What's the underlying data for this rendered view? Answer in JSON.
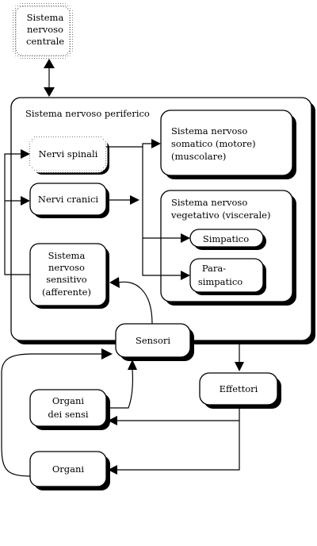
{
  "nodes": {
    "cns": [
      "Sistema",
      "nervoso",
      "centrale"
    ],
    "pns_title": "Sistema nervoso periferico",
    "spinal": "Nervi spinali",
    "cranial": "Nervi cranici",
    "sensory_system": [
      "Sistema",
      "nervoso",
      "sensitivo",
      "(afferente)"
    ],
    "somatic": [
      "Sistema nervoso",
      "somatico (motore)",
      "(muscolare)"
    ],
    "vegetative": [
      "Sistema nervoso",
      "vegetativo (viscerale)"
    ],
    "sympathetic": "Simpatico",
    "parasympathetic": [
      "Para-",
      "simpatico"
    ],
    "sensors": "Sensori",
    "effectors": "Effettori",
    "sense_organs": [
      "Organi",
      "dei sensi"
    ],
    "organs": "Organi"
  }
}
